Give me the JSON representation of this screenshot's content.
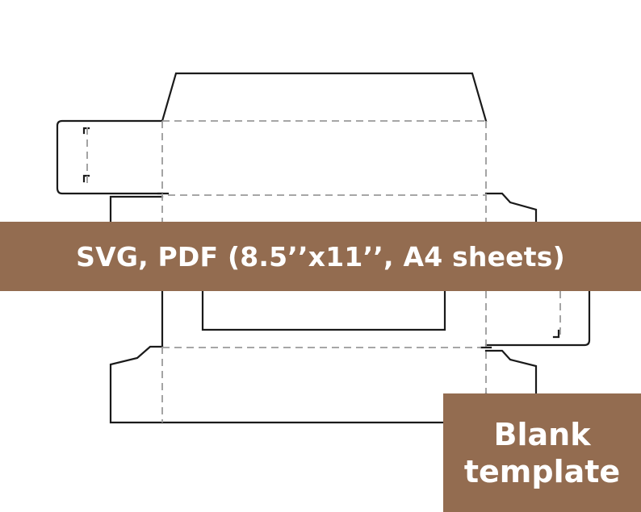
{
  "colors": {
    "accent": "#936c50",
    "accent_text": "#ffffff",
    "cut_line": "#1a1a1a",
    "fold_line": "#9a9a9a",
    "background": "#ffffff"
  },
  "banner": {
    "text": "SVG, PDF (8.5’’x11’’, A4 sheets)"
  },
  "badge": {
    "line1": "Blank",
    "line2": "template"
  }
}
